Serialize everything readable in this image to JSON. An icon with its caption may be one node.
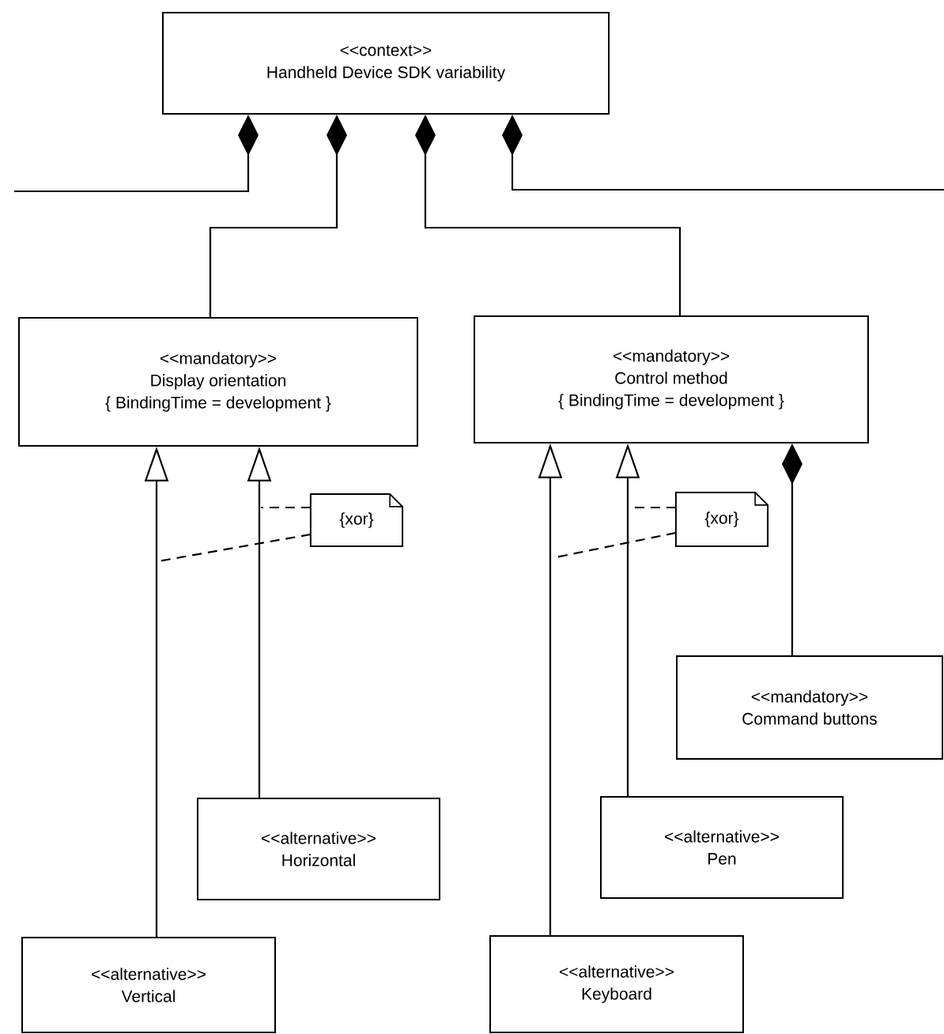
{
  "diagram": {
    "nodes": [
      {
        "text": [
          "<<context>>",
          "Handheld Device SDK variability"
        ]
      },
      {
        "text": [
          "<<mandatory>>",
          "Display orientation",
          "{ BindingTime = development }"
        ]
      },
      {
        "text": [
          "<<mandatory>>",
          "Control method",
          "{ BindingTime = development }"
        ]
      },
      {
        "text": [
          "{xor}"
        ]
      },
      {
        "text": [
          "{xor}"
        ]
      },
      {
        "text": [
          "<<mandatory>>",
          "Command buttons"
        ]
      },
      {
        "text": [
          "<<alternative>>",
          "Horizontal"
        ]
      },
      {
        "text": [
          "<<alternative>>",
          "Pen"
        ]
      },
      {
        "text": [
          "<<alternative>>",
          "Vertical"
        ]
      },
      {
        "text": [
          "<<alternative>>",
          "Keyboard"
        ]
      }
    ],
    "edges": [
      {
        "from": 0,
        "to": null,
        "arrow": "other"
      },
      {
        "from": 0,
        "to": 1,
        "arrow": "other"
      },
      {
        "from": 0,
        "to": 2,
        "arrow": "other"
      },
      {
        "from": 0,
        "to": null,
        "arrow": "other"
      },
      {
        "from": 8,
        "to": 1,
        "arrow": "to"
      },
      {
        "from": 6,
        "to": 1,
        "arrow": "to"
      },
      {
        "from": 3,
        "to": null,
        "arrow": "none",
        "style": "dashed"
      },
      {
        "from": 3,
        "to": null,
        "arrow": "none",
        "style": "dashed"
      },
      {
        "from": 9,
        "to": 2,
        "arrow": "to"
      },
      {
        "from": 7,
        "to": 2,
        "arrow": "to"
      },
      {
        "from": 2,
        "to": 5,
        "arrow": "other"
      },
      {
        "from": 4,
        "to": null,
        "arrow": "none",
        "style": "dashed"
      },
      {
        "from": 4,
        "to": null,
        "arrow": "none",
        "style": "dashed"
      }
    ]
  }
}
